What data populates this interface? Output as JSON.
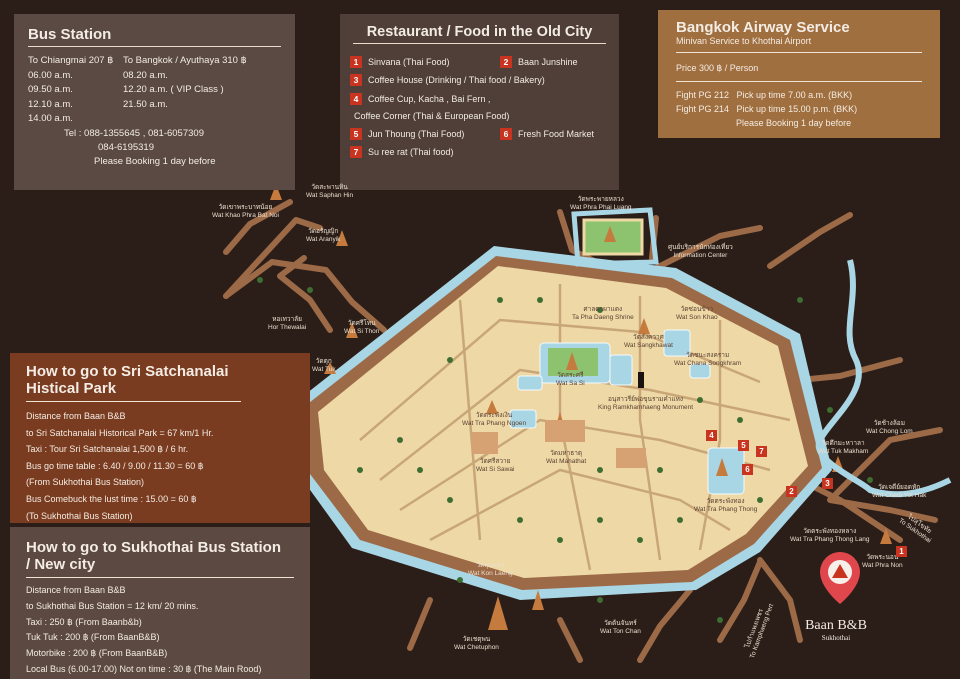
{
  "bus_station": {
    "title": "Bus Station",
    "col1_header": "To Chiangmai 207 ฿",
    "col2_header": "To Bangkok / Ayuthaya 310 ฿",
    "rows": [
      [
        "06.00 a.m.",
        "08.20 a.m."
      ],
      [
        "09.50 a.m.",
        "12.20 a.m. ( VIP Class )"
      ],
      [
        "12.10  a.m.",
        "21.50 a.m."
      ],
      [
        "14.00 a.m.",
        ""
      ]
    ],
    "tel": "Tel : 088-1355645 , 081-6057309",
    "tel2": "084-6195319",
    "booking": "Please Booking 1 day before"
  },
  "food": {
    "title": "Restaurant / Food in the Old City",
    "items": [
      {
        "num": "1",
        "name": "Sinvana (Thai Food)"
      },
      {
        "num": "2",
        "name": "Baan Junshine"
      },
      {
        "num": "3",
        "name": "Coffee House (Drinking / Thai food / Bakery)"
      },
      {
        "num": "4",
        "name": "Coffee Cup, Kacha , Bai Fern ,"
      },
      {
        "num": "",
        "name": "Coffee Corner (Thai & European Food)"
      },
      {
        "num": "5",
        "name": "Jun Thoung (Thai Food)"
      },
      {
        "num": "6",
        "name": "Fresh Food Market"
      },
      {
        "num": "7",
        "name": "Su ree rat (Thai food)"
      }
    ]
  },
  "airway": {
    "title": "Bangkok Airway Service",
    "subtitle": "Minivan Service to Khothai Airport",
    "price": "Price 300 ฿ / Person",
    "flights": [
      {
        "flight": "Fight PG 212",
        "pickup": "Pick up time 7.00 a.m. (BKK)"
      },
      {
        "flight": "Fight PG 214",
        "pickup": "Pick up time  15.00 p.m. (BKK)"
      }
    ],
    "booking": "Please Booking 1 day before"
  },
  "sri_satchanalai": {
    "title_line1": "How to go to Sri Satchanalai",
    "title_line2": "Histical Park",
    "lines": [
      "Distance from Baan B&B",
      "to Sri Satchanalai Historical Park = 67 km/1 Hr.",
      "Taxi : Tour Sri Satchanalai 1,500 ฿ / 6 hr.",
      "Bus go time table : 6.40 / 9.00 / 11.30 = 60 ฿",
      "(From Sukhothai Bus Station)",
      "Bus Comebuck the lust time : 15.00 = 60 ฿",
      "(To Sukhothai Bus Station)"
    ]
  },
  "bus_new_city": {
    "title_line1": "How to go to Sukhothai Bus Station",
    "title_line2": "/ New city",
    "lines": [
      "Distance from Baan B&B",
      "to Sukhothai Bus Station = 12 km/ 20 mins.",
      "Taxi :  250 ฿ (From Baanb&b)",
      "Tuk Tuk : 200 ฿ (From BaanB&B)",
      "Motorbike : 200 ฿ (From BaanB&B)",
      "Local Bus (6.00-17.00) Not on time : 30 ฿ (The Main Rood)"
    ]
  },
  "map_labels": [
    {
      "th": "วัดสะพานหิน",
      "en": "Wat Saphan Hin"
    },
    {
      "th": "วัดเขาพระบาทน้อย",
      "en": "Wat Khao Phra Bat Noi"
    },
    {
      "th": "วัดอรัญญิก",
      "en": "Wat Aranyik"
    },
    {
      "th": "วัดพระพายหลวง",
      "en": "Wat Phra Phai Luang"
    },
    {
      "th": "ศูนย์บริการนักท่องเที่ยว",
      "en": "Information Center"
    },
    {
      "th": "หอเทวาลัย",
      "en": "Hor Thewalai"
    },
    {
      "th": "วัดศรีโทน",
      "en": "Wat Si Thon"
    },
    {
      "th": "วัดตุก",
      "en": "Wat Tuk"
    },
    {
      "th": "ศาลตาผาแดง",
      "en": "Ta Pha Daeng Shrine"
    },
    {
      "th": "วัดซ่อนข้าว",
      "en": "Wat Son Khao"
    },
    {
      "th": "วัดสระศรี",
      "en": "Wat Sa Si"
    },
    {
      "th": "วัดสังควาศ",
      "en": "Wat Sangkhawat"
    },
    {
      "th": "วัดชนะสงคราม",
      "en": "Wat Chana Songkhram"
    },
    {
      "th": "อนุสาวรีย์พ่อขุนรามคำแหง",
      "en": "King Ramkhamhaeng Monument"
    },
    {
      "th": "วัดตระพังเงิน",
      "en": "Wat Tra Phang Ngoen"
    },
    {
      "th": "วัดมหาธาตุ",
      "en": "Wat Mahathat"
    },
    {
      "th": "วัดศรีสวาย",
      "en": "Wat Si Sawai"
    },
    {
      "th": "วัดตระพังทอง",
      "en": "Wat Tra Phang Thong"
    },
    {
      "th": "วัดช้างล้อม",
      "en": "Wat Chong Lom"
    },
    {
      "th": "วัดตึกมะหาาลา",
      "en": "Wat Tuk Makham"
    },
    {
      "th": "วัดเจดีย์ยอดหัก",
      "en": "Wat Chedi Yot Hak"
    },
    {
      "th": "วัดตระพังทองหลาง",
      "en": "Wat Tra Phang Thong Lang"
    },
    {
      "th": "วัดพระนอน",
      "en": "Wat Phra Non"
    },
    {
      "th": "วัดกุนแลง",
      "en": "Wat Kon Laeng"
    },
    {
      "th": "วัดต้นจันทร์",
      "en": "Wat Ton Chan"
    },
    {
      "th": "วัดเชตุพน",
      "en": "Wat Chetuphon"
    }
  ],
  "road_labels": {
    "sukhothai": "ไปสุโขทัย",
    "sukhothai_en": "To Sukhothai",
    "kamphaeng_th": "ไปกำแพงเพชร",
    "kamphaeng_en": "To Kamphaeng Pert"
  },
  "brand": {
    "name": "Baan B&B",
    "sub": "Sukhothai"
  },
  "colors": {
    "background": "#2b1d18",
    "city": "#eed9a6",
    "moat": "#a9d6e5",
    "road": "#b07a54",
    "marker": "#c8341f"
  }
}
